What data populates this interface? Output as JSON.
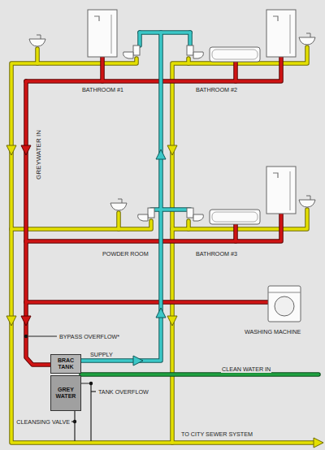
{
  "diagram": {
    "nodes": [
      {
        "text": [
          "BRAC TANK"
        ]
      },
      {
        "text": [
          "GREY WATER"
        ]
      }
    ],
    "labels": [
      "BATHROOM #1",
      "BATHROOM #2",
      "GREYWATER IN",
      "POWDER ROOM",
      "BATHROOM #3",
      "WASHING MACHINE",
      "BYPASS OVERFLOW*",
      "SUPPLY",
      "CLEAN WATER IN",
      "TANK OVERFLOW",
      "CLEANSING VALVE",
      "TO CITY SEWER SYSTEM"
    ]
  }
}
